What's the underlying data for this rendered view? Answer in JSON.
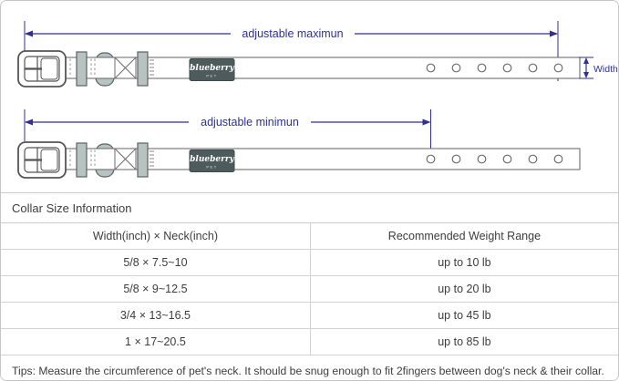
{
  "diagram": {
    "max_label": "adjustable maximun",
    "min_label": "adjustable minimun",
    "width_label": "Width",
    "brand": {
      "name": "blueberry",
      "sub": "PET"
    }
  },
  "table": {
    "title": "Collar Size Information",
    "columns": {
      "size": "Width(inch) × Neck(inch)",
      "weight": "Recommended Weight Range"
    },
    "rows": [
      {
        "size": "5/8 × 7.5~10",
        "weight": "up to 10 lb"
      },
      {
        "size": "5/8 × 9~12.5",
        "weight": "up to 20 lb"
      },
      {
        "size": "3/4 × 13~16.5",
        "weight": "up to 45 lb"
      },
      {
        "size": "1 × 17~20.5",
        "weight": "up to 85 lb"
      }
    ],
    "tips": "Tips: Measure the circumference of pet's neck. It should be snug enough to fit 2fingers between dog's neck & their collar."
  },
  "colors": {
    "dimension_accent": "#2e3192",
    "brand_patch": "#4d5b5c",
    "keeper_band": "#b8c2c1",
    "table_border": "#cccccc"
  }
}
